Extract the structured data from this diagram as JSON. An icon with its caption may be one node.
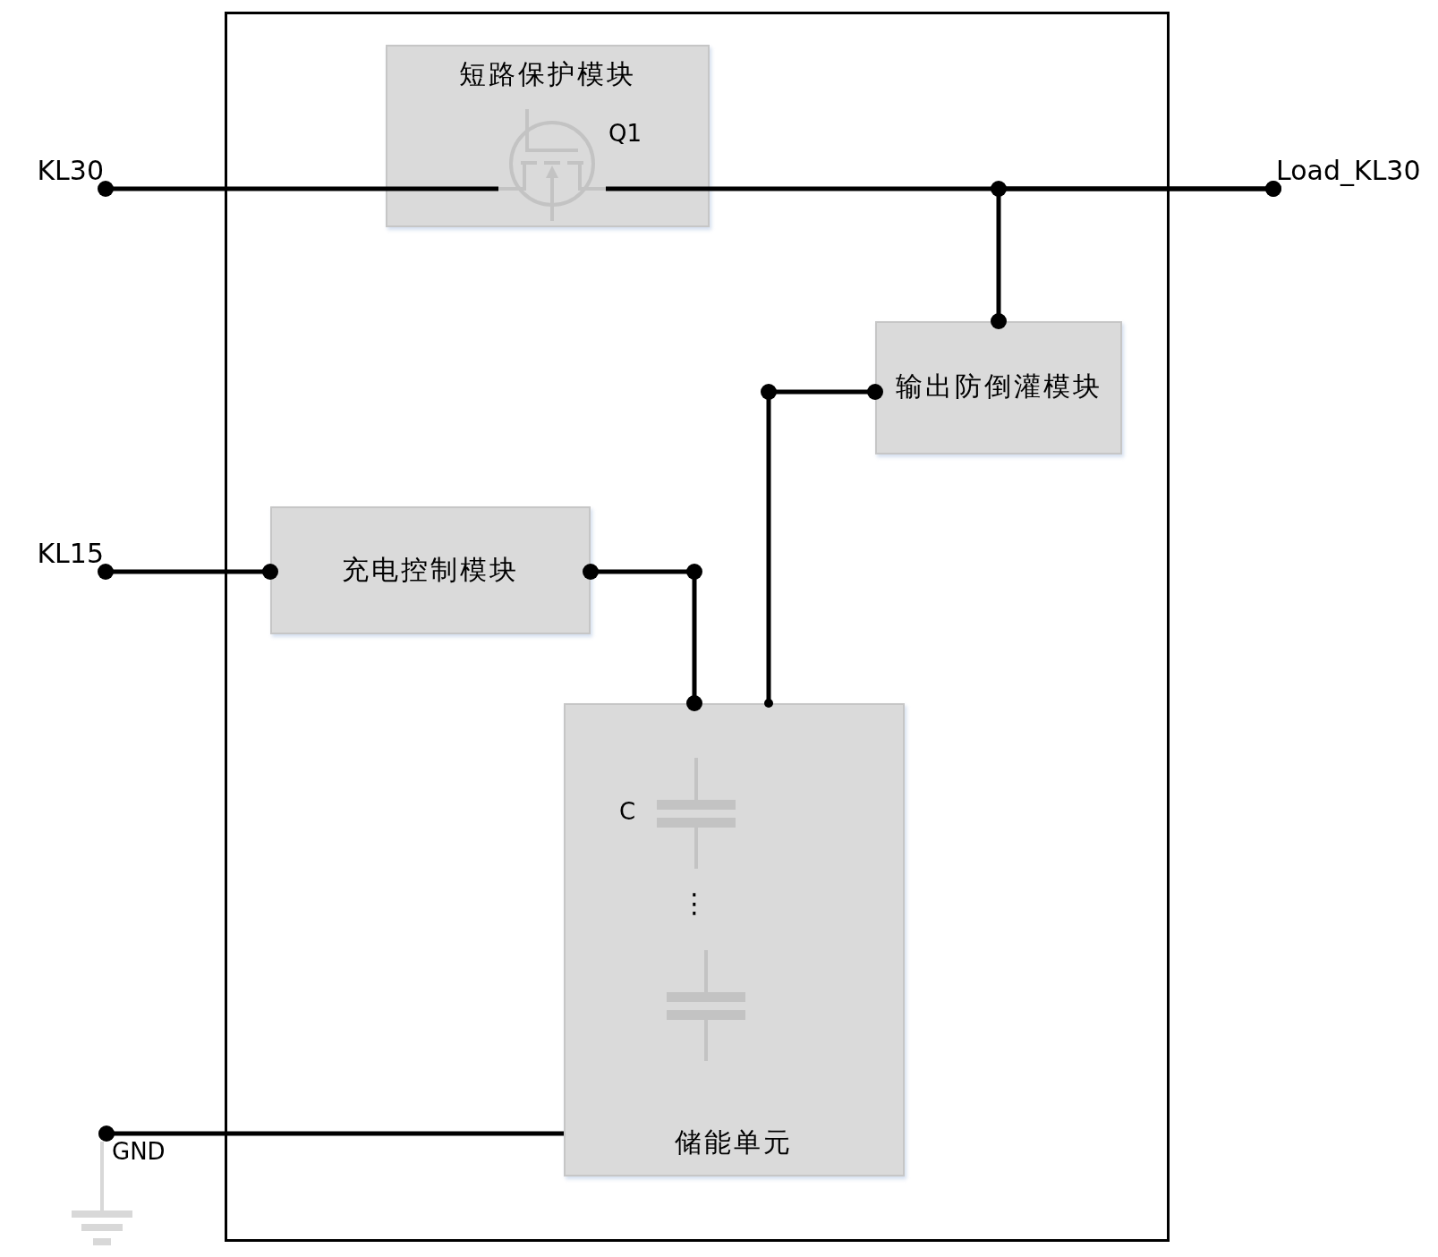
{
  "diagram": {
    "nodes": [
      {
        "text": [],
        "shape": "box"
      },
      {
        "text": [
          "短路保护模块"
        ],
        "in": 0
      },
      {
        "text": [],
        "shape": "picture",
        "in": 1,
        "beside": [
          "Q1"
        ]
      },
      {
        "text": [
          "KL30"
        ]
      },
      {
        "text": [
          "Load_KL30"
        ]
      },
      {
        "text": [
          "输出防倒灌模块"
        ],
        "in": 0
      },
      {
        "text": [
          "KL15"
        ]
      },
      {
        "text": [
          "充电控制模块"
        ],
        "in": 0
      },
      {
        "text": [
          "C",
          "⋮",
          "储能单元"
        ],
        "in": 0
      },
      {
        "text": [
          "GND"
        ]
      }
    ],
    "edges": [
      {
        "from": 3,
        "to": 2,
        "arrow": "other"
      },
      {
        "from": 2,
        "to": 4,
        "arrow": "other"
      },
      {
        "from": 5,
        "to": 4,
        "arrow": "other"
      },
      {
        "from": 6,
        "to": 7,
        "arrow": "other"
      },
      {
        "from": 7,
        "to": 8,
        "arrow": "other"
      },
      {
        "from": 8,
        "to": 5,
        "arrow": "other"
      },
      {
        "from": 9,
        "to": 8,
        "arrow": "other"
      }
    ]
  }
}
